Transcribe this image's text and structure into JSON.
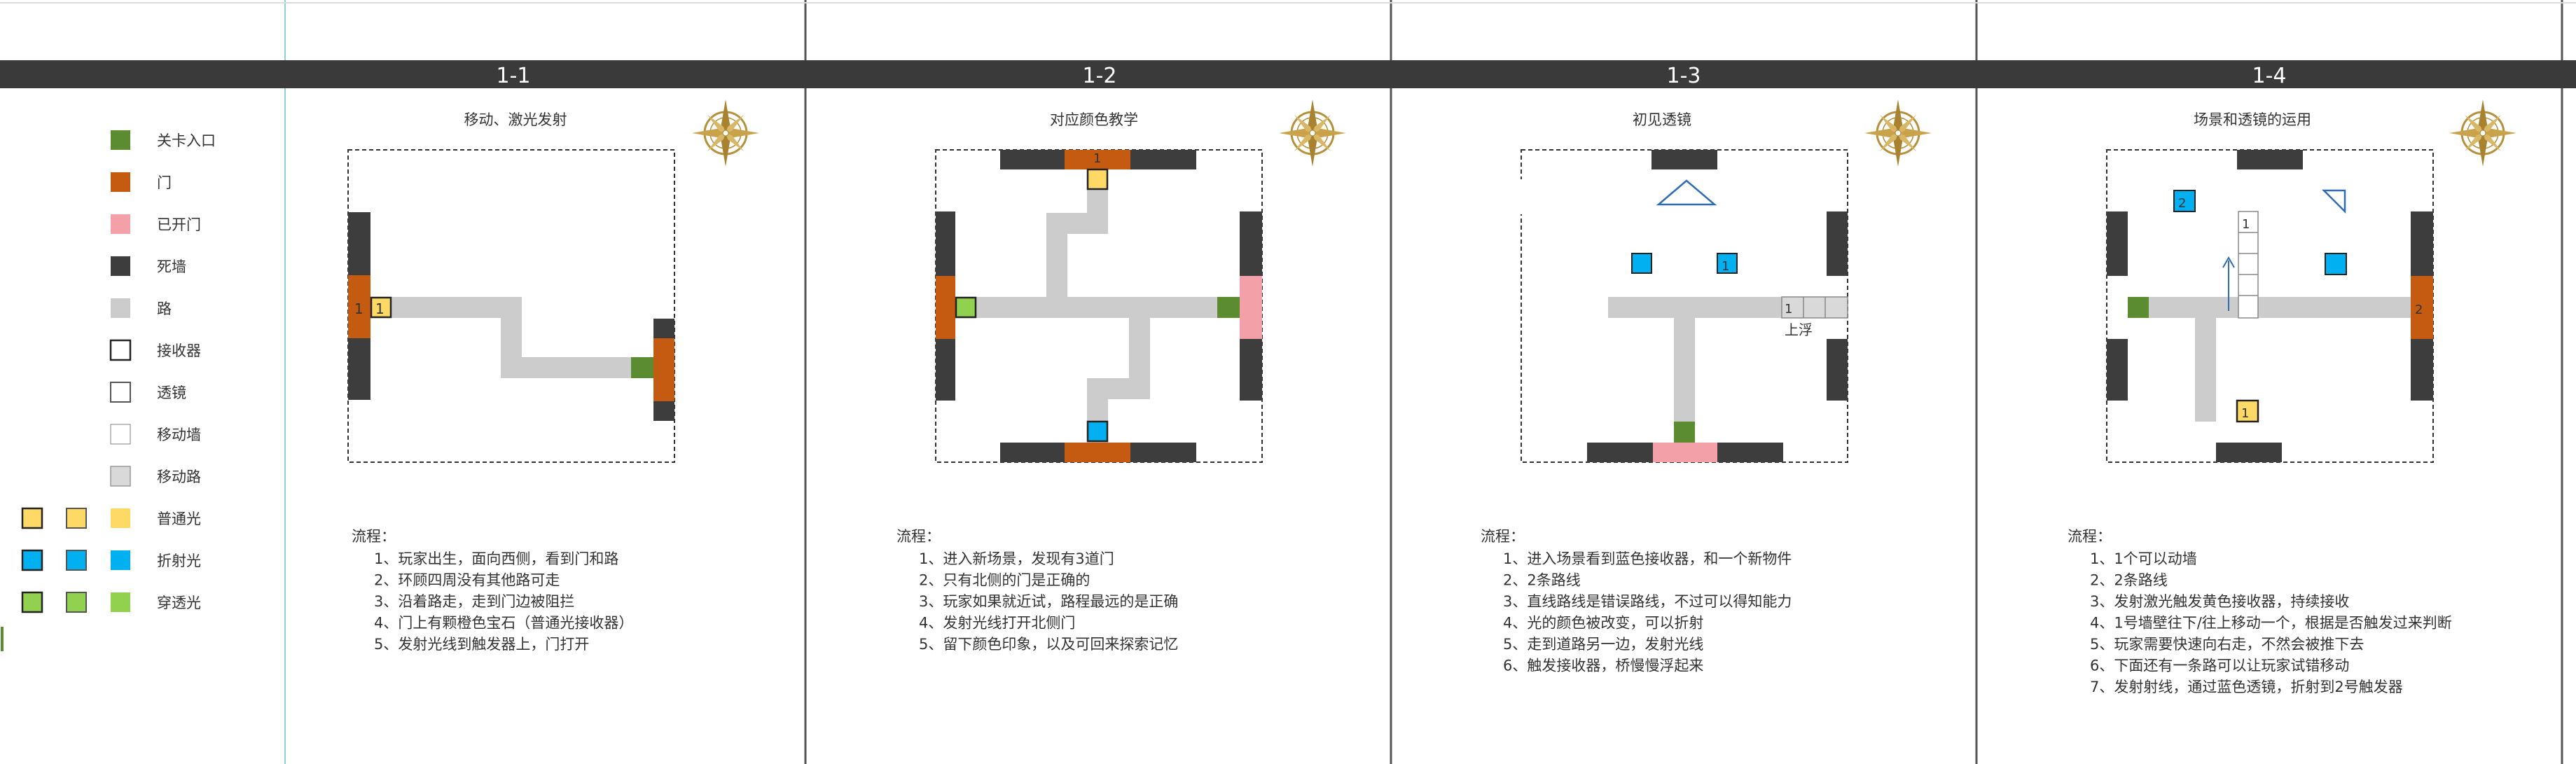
{
  "colors": {
    "entrance": "#5c8c32",
    "door": "#c55a11",
    "open_door": "#f4a0a8",
    "dead_wall": "#3d3d3d",
    "road": "#cccccc",
    "normal_light": "#ffd966",
    "refract_light": "#00b0f0",
    "pierce_light": "#92d050",
    "header_bar": "#3a3a3a"
  },
  "legend": [
    {
      "label": "关卡入口",
      "swatches": [
        "entrance"
      ]
    },
    {
      "label": "门",
      "swatches": [
        "door"
      ]
    },
    {
      "label": "已开门",
      "swatches": [
        "open_door"
      ]
    },
    {
      "label": "死墙",
      "swatches": [
        "dead_wall"
      ]
    },
    {
      "label": "路",
      "swatches": [
        "road"
      ]
    },
    {
      "label": "接收器",
      "swatches": [
        "receiver"
      ]
    },
    {
      "label": "透镜",
      "swatches": [
        "lens"
      ]
    },
    {
      "label": "移动墙",
      "swatches": [
        "moving_wall"
      ]
    },
    {
      "label": "移动路",
      "swatches": [
        "moving_road"
      ]
    },
    {
      "label": "普通光",
      "swatches": [
        "normal_receiver",
        "normal_lens",
        "normal_light"
      ]
    },
    {
      "label": "折射光",
      "swatches": [
        "refract_receiver",
        "refract_lens",
        "refract_light"
      ]
    },
    {
      "label": "穿透光",
      "swatches": [
        "pierce_receiver",
        "pierce_lens",
        "pierce_light"
      ]
    }
  ],
  "levels": [
    {
      "id": "1-1",
      "title": "移动、激光发射",
      "labels": [
        "1",
        "1"
      ],
      "flow_heading": "流程：",
      "steps": [
        "1、玩家出生，面向西侧，看到门和路",
        "2、环顾四周没有其他路可走",
        "3、沿着路走，走到门边被阻拦",
        "4、门上有颗橙色宝石（普通光接收器）",
        "5、发射光线到触发器上，门打开"
      ]
    },
    {
      "id": "1-2",
      "title": "对应颜色教学",
      "labels": [
        "1"
      ],
      "flow_heading": "流程：",
      "steps": [
        "1、进入新场景，发现有3道门",
        "2、只有北侧的门是正确的",
        "3、玩家如果就近试，路程最远的是正确",
        "4、发射光线打开北侧门",
        "5、留下颜色印象，以及可回来探索记忆"
      ]
    },
    {
      "id": "1-3",
      "title": "初见透镜",
      "labels": [
        "1",
        "1",
        "上浮"
      ],
      "flow_heading": "流程：",
      "steps": [
        "1、进入场景看到蓝色接收器，和一个新物件",
        "2、2条路线",
        "3、直线路线是错误路线，不过可以得知能力",
        "4、光的颜色被改变，可以折射",
        "5、走到道路另一边，发射光线",
        "6、触发接收器，桥慢慢浮起来"
      ]
    },
    {
      "id": "1-4",
      "title": "场景和透镜的运用",
      "labels": [
        "2",
        "1",
        "2",
        "1"
      ],
      "flow_heading": "流程：",
      "steps": [
        "1、1个可以动墙",
        "2、2条路线",
        "3、发射激光触发黄色接收器，持续接收",
        "4、1号墙壁往下/往上移动一个，根据是否触发过来判断",
        "5、玩家需要快速向右走，不然会被推下去",
        "6、下面还有一条路可以让玩家试错移动",
        "7、发射射线，通过蓝色透镜，折射到2号触发器"
      ]
    }
  ]
}
